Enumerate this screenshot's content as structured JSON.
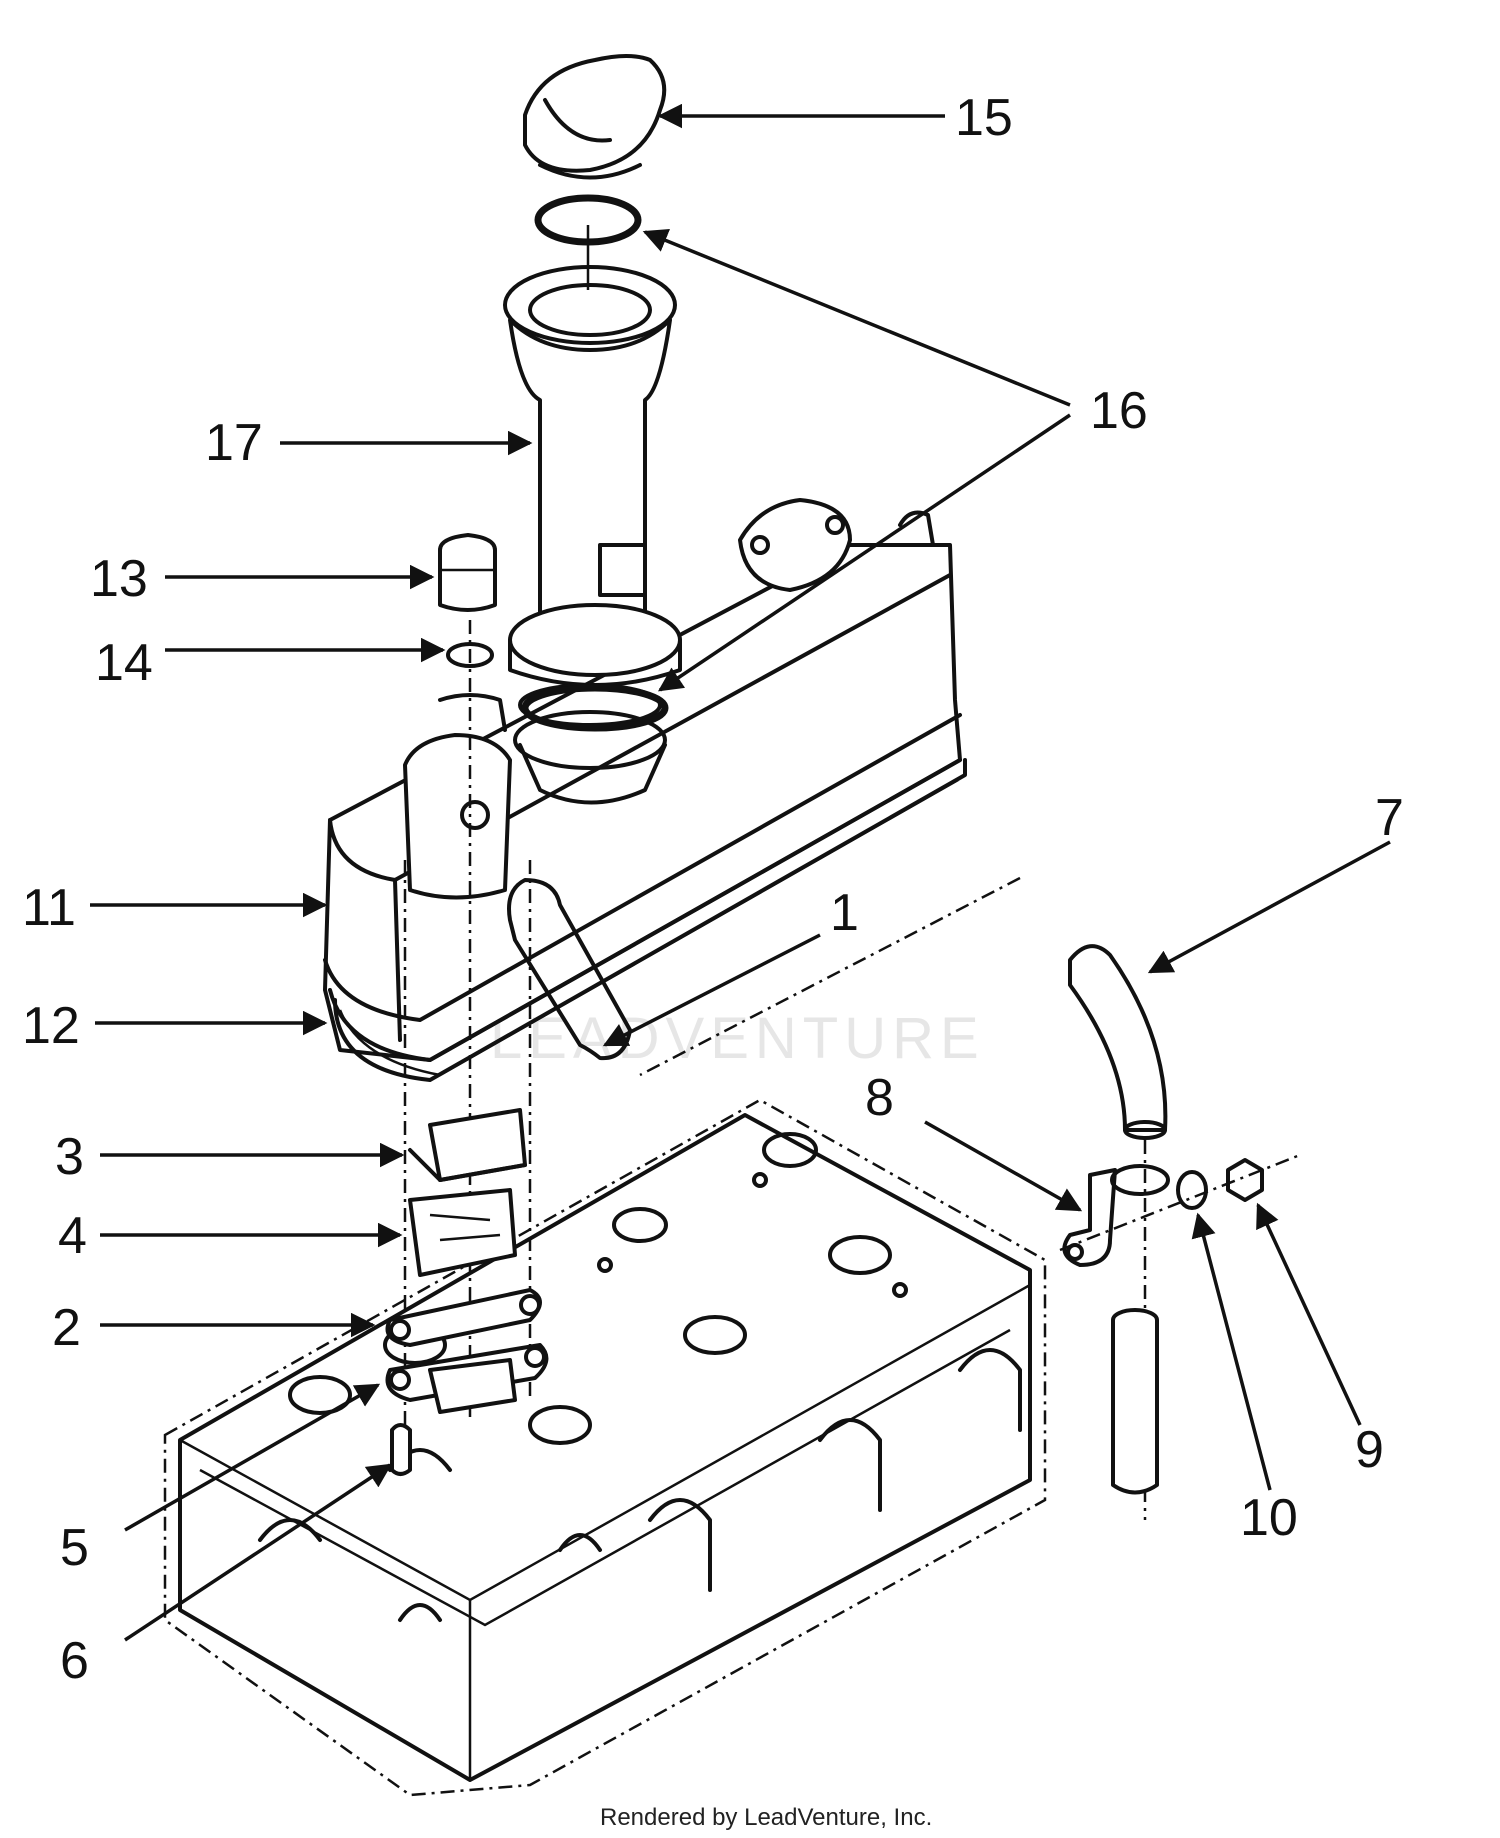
{
  "labels": {
    "l1": "1",
    "l2": "2",
    "l3": "3",
    "l4": "4",
    "l5": "5",
    "l6": "6",
    "l7": "7",
    "l8": "8",
    "l9": "9",
    "l10": "10",
    "l11": "11",
    "l12": "12",
    "l13": "13",
    "l14": "14",
    "l15": "15",
    "l16": "16",
    "l17": "17"
  },
  "watermark": "LEADVENTURE",
  "footer": "Rendered by LeadVenture, Inc."
}
